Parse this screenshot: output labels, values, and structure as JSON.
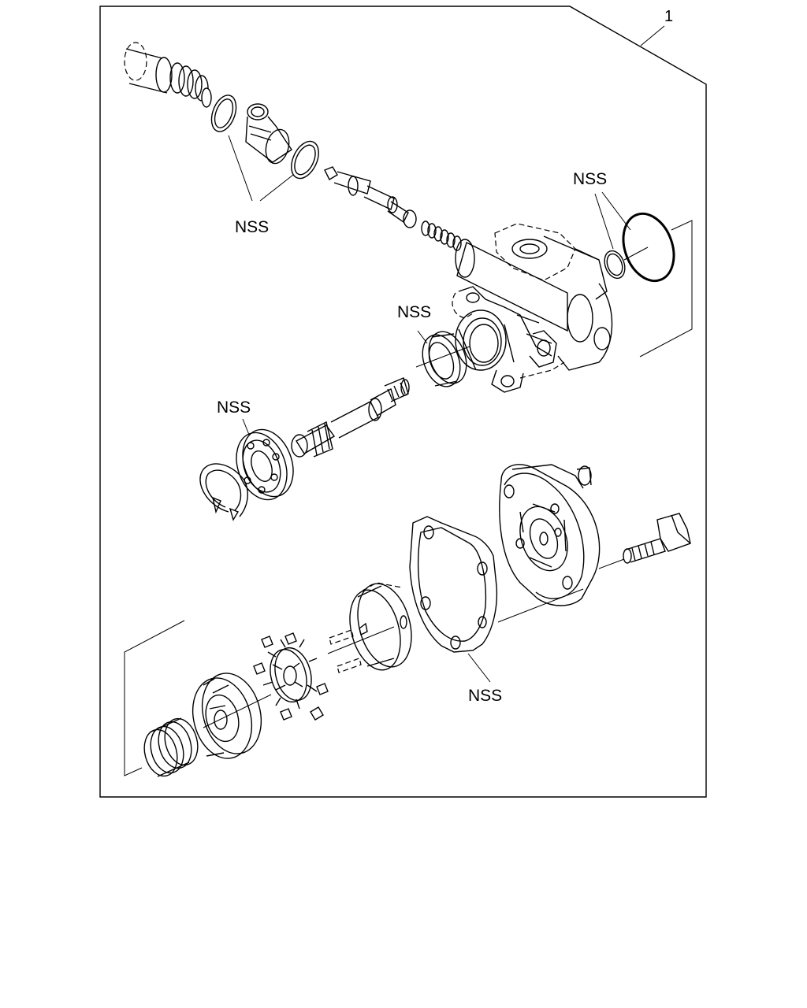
{
  "callouts": {
    "item_number": "1",
    "nss_top_left": "NSS",
    "nss_top_right": "NSS",
    "nss_seal": "NSS",
    "nss_bearing": "NSS",
    "nss_gasket": "NSS"
  }
}
